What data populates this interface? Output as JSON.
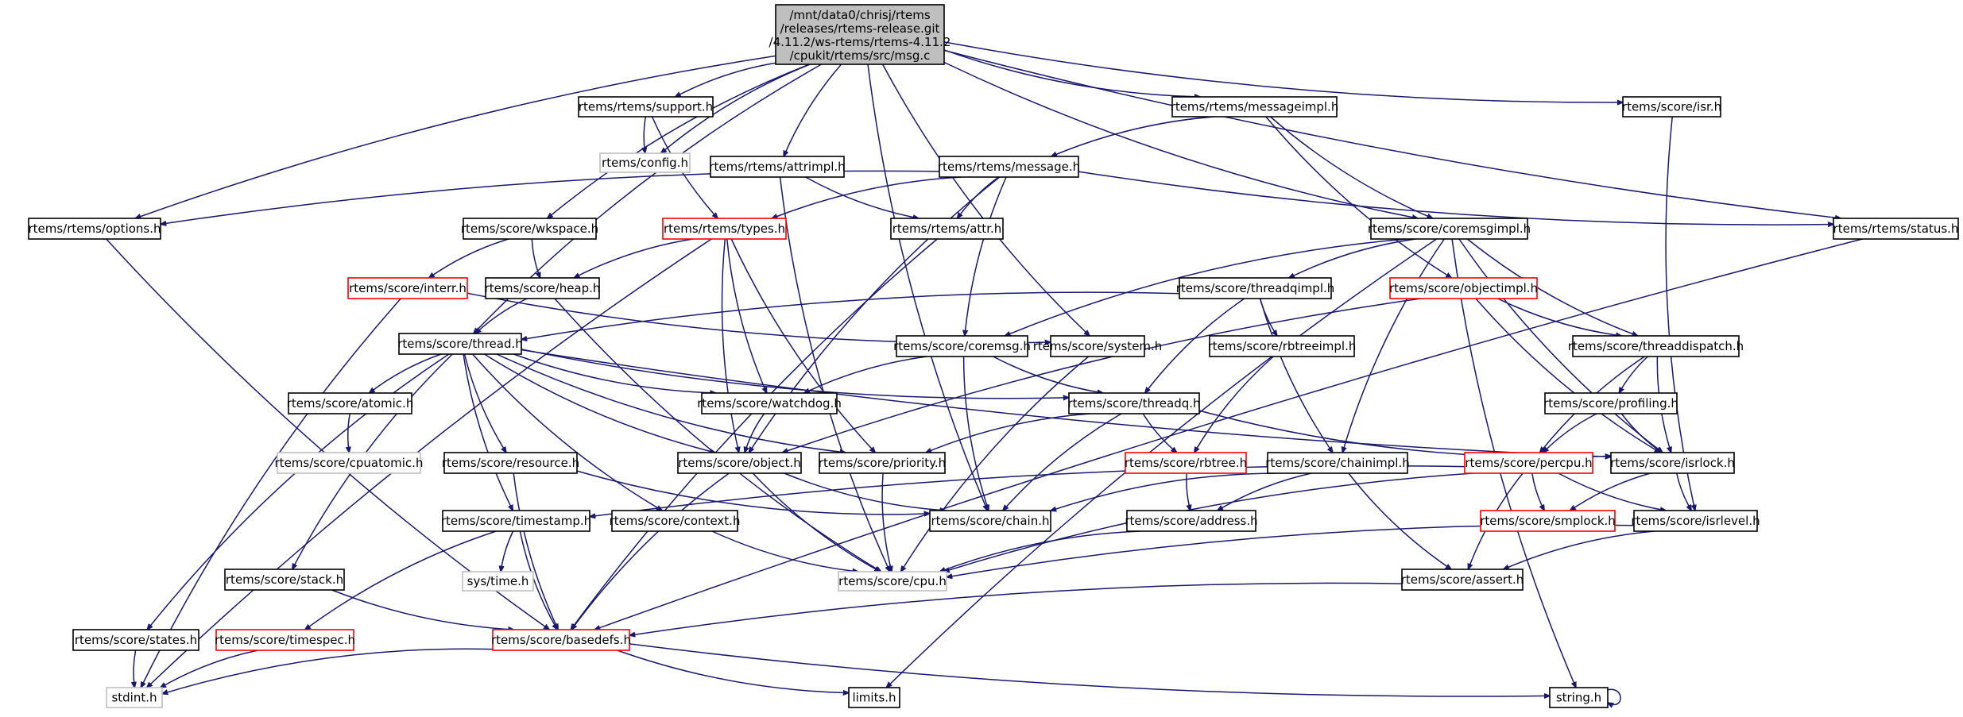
{
  "graph": {
    "title": "Include dependency graph for msg.c",
    "colors": {
      "edge": "#191970",
      "root_fill": "#bfbfbf",
      "border_normal": "#000000",
      "border_truncated": "#ff0000",
      "border_external": "#bfbfbf"
    },
    "root": {
      "id": "msg",
      "lines": [
        "/mnt/data0/chrisj/rtems",
        "/releases/rtems-release.git",
        "/4.11.2/ws-rtems/rtems-4.11.2",
        "/cpukit/rtems/src/msg.c"
      ]
    },
    "nodes": [
      {
        "id": "support",
        "label": "rtems/rtems/support.h",
        "kind": "normal"
      },
      {
        "id": "config",
        "label": "rtems/config.h",
        "kind": "external"
      },
      {
        "id": "messageimpl",
        "label": "rtems/rtems/messageimpl.h",
        "kind": "normal"
      },
      {
        "id": "isr",
        "label": "rtems/score/isr.h",
        "kind": "normal"
      },
      {
        "id": "attrimpl",
        "label": "rtems/rtems/attrimpl.h",
        "kind": "normal"
      },
      {
        "id": "message",
        "label": "rtems/rtems/message.h",
        "kind": "normal"
      },
      {
        "id": "options",
        "label": "rtems/rtems/options.h",
        "kind": "normal"
      },
      {
        "id": "wkspace",
        "label": "rtems/score/wkspace.h",
        "kind": "normal"
      },
      {
        "id": "types",
        "label": "rtems/rtems/types.h",
        "kind": "truncated"
      },
      {
        "id": "attr",
        "label": "rtems/rtems/attr.h",
        "kind": "normal"
      },
      {
        "id": "coremsgimpl",
        "label": "rtems/score/coremsgimpl.h",
        "kind": "normal"
      },
      {
        "id": "status",
        "label": "rtems/rtems/status.h",
        "kind": "normal"
      },
      {
        "id": "interr",
        "label": "rtems/score/interr.h",
        "kind": "truncated"
      },
      {
        "id": "heap",
        "label": "rtems/score/heap.h",
        "kind": "normal"
      },
      {
        "id": "threadqimpl",
        "label": "rtems/score/threadqimpl.h",
        "kind": "normal"
      },
      {
        "id": "objectimpl",
        "label": "rtems/score/objectimpl.h",
        "kind": "truncated"
      },
      {
        "id": "thread",
        "label": "rtems/score/thread.h",
        "kind": "normal"
      },
      {
        "id": "coremsg",
        "label": "rtems/score/coremsg.h",
        "kind": "normal"
      },
      {
        "id": "system",
        "label": "rtems/score/system.h",
        "kind": "normal"
      },
      {
        "id": "rbtreeimpl",
        "label": "rtems/score/rbtreeimpl.h",
        "kind": "normal"
      },
      {
        "id": "threaddispatch",
        "label": "rtems/score/threaddispatch.h",
        "kind": "normal"
      },
      {
        "id": "atomic",
        "label": "rtems/score/atomic.h",
        "kind": "normal"
      },
      {
        "id": "watchdog",
        "label": "rtems/score/watchdog.h",
        "kind": "normal"
      },
      {
        "id": "threadq",
        "label": "rtems/score/threadq.h",
        "kind": "normal"
      },
      {
        "id": "profiling",
        "label": "rtems/score/profiling.h",
        "kind": "normal"
      },
      {
        "id": "cpuatomic",
        "label": "rtems/score/cpuatomic.h",
        "kind": "external"
      },
      {
        "id": "resource",
        "label": "rtems/score/resource.h",
        "kind": "normal"
      },
      {
        "id": "object",
        "label": "rtems/score/object.h",
        "kind": "normal"
      },
      {
        "id": "priority",
        "label": "rtems/score/priority.h",
        "kind": "normal"
      },
      {
        "id": "rbtree",
        "label": "rtems/score/rbtree.h",
        "kind": "truncated"
      },
      {
        "id": "chainimpl",
        "label": "rtems/score/chainimpl.h",
        "kind": "normal"
      },
      {
        "id": "percpu",
        "label": "rtems/score/percpu.h",
        "kind": "truncated"
      },
      {
        "id": "isrlock",
        "label": "rtems/score/isrlock.h",
        "kind": "normal"
      },
      {
        "id": "timestamp",
        "label": "rtems/score/timestamp.h",
        "kind": "normal"
      },
      {
        "id": "context",
        "label": "rtems/score/context.h",
        "kind": "normal"
      },
      {
        "id": "chain",
        "label": "rtems/score/chain.h",
        "kind": "normal"
      },
      {
        "id": "address",
        "label": "rtems/score/address.h",
        "kind": "normal"
      },
      {
        "id": "smplock",
        "label": "rtems/score/smplock.h",
        "kind": "truncated"
      },
      {
        "id": "isrlevel",
        "label": "rtems/score/isrlevel.h",
        "kind": "normal"
      },
      {
        "id": "stack",
        "label": "rtems/score/stack.h",
        "kind": "normal"
      },
      {
        "id": "systime",
        "label": "sys/time.h",
        "kind": "external"
      },
      {
        "id": "cpu",
        "label": "rtems/score/cpu.h",
        "kind": "external"
      },
      {
        "id": "assert",
        "label": "rtems/score/assert.h",
        "kind": "normal"
      },
      {
        "id": "states",
        "label": "rtems/score/states.h",
        "kind": "normal"
      },
      {
        "id": "timespec",
        "label": "rtems/score/timespec.h",
        "kind": "truncated"
      },
      {
        "id": "basedefs",
        "label": "rtems/score/basedefs.h",
        "kind": "truncated"
      },
      {
        "id": "stdint",
        "label": "stdint.h",
        "kind": "external"
      },
      {
        "id": "limits",
        "label": "limits.h",
        "kind": "normal"
      },
      {
        "id": "string",
        "label": "string.h",
        "kind": "normal"
      }
    ],
    "edges": [
      [
        "msg",
        "options"
      ],
      [
        "msg",
        "thread"
      ],
      [
        "msg",
        "support"
      ],
      [
        "msg",
        "config"
      ],
      [
        "msg",
        "wkspace"
      ],
      [
        "msg",
        "attrimpl"
      ],
      [
        "msg",
        "chain"
      ],
      [
        "msg",
        "system"
      ],
      [
        "msg",
        "messageimpl"
      ],
      [
        "msg",
        "coremsgimpl"
      ],
      [
        "msg",
        "isr"
      ],
      [
        "msg",
        "status"
      ],
      [
        "support",
        "config"
      ],
      [
        "support",
        "types"
      ],
      [
        "messageimpl",
        "message"
      ],
      [
        "messageimpl",
        "coremsgimpl"
      ],
      [
        "messageimpl",
        "objectimpl"
      ],
      [
        "isr",
        "isrlevel"
      ],
      [
        "attrimpl",
        "attr"
      ],
      [
        "attrimpl",
        "cpu"
      ],
      [
        "message",
        "options"
      ],
      [
        "message",
        "types"
      ],
      [
        "message",
        "attr"
      ],
      [
        "message",
        "status"
      ],
      [
        "message",
        "coremsg"
      ],
      [
        "message",
        "object"
      ],
      [
        "options",
        "basedefs"
      ],
      [
        "wkspace",
        "interr"
      ],
      [
        "wkspace",
        "heap"
      ],
      [
        "types",
        "heap"
      ],
      [
        "types",
        "object"
      ],
      [
        "types",
        "watchdog"
      ],
      [
        "types",
        "priority"
      ],
      [
        "types",
        "stdint"
      ],
      [
        "attr",
        "basedefs"
      ],
      [
        "coremsgimpl",
        "threadqimpl"
      ],
      [
        "coremsgimpl",
        "coremsg"
      ],
      [
        "coremsgimpl",
        "threaddispatch"
      ],
      [
        "coremsgimpl",
        "chainimpl"
      ],
      [
        "coremsgimpl",
        "limits"
      ],
      [
        "coremsgimpl",
        "string"
      ],
      [
        "coremsgimpl",
        "isrlock"
      ],
      [
        "status",
        "basedefs"
      ],
      [
        "interr",
        "system"
      ],
      [
        "interr",
        "stdint"
      ],
      [
        "heap",
        "thread"
      ],
      [
        "heap",
        "cpu"
      ],
      [
        "threadqimpl",
        "thread"
      ],
      [
        "threadqimpl",
        "threadq"
      ],
      [
        "threadqimpl",
        "rbtreeimpl"
      ],
      [
        "threadqimpl",
        "chainimpl"
      ],
      [
        "objectimpl",
        "object"
      ],
      [
        "objectimpl",
        "threaddispatch"
      ],
      [
        "objectimpl",
        "isrlock"
      ],
      [
        "thread",
        "atomic"
      ],
      [
        "thread",
        "watchdog"
      ],
      [
        "thread",
        "threadq"
      ],
      [
        "thread",
        "resource"
      ],
      [
        "thread",
        "object"
      ],
      [
        "thread",
        "priority"
      ],
      [
        "thread",
        "isrlock"
      ],
      [
        "thread",
        "timestamp"
      ],
      [
        "thread",
        "context"
      ],
      [
        "thread",
        "stack"
      ],
      [
        "thread",
        "states"
      ],
      [
        "coremsg",
        "watchdog"
      ],
      [
        "coremsg",
        "threadq"
      ],
      [
        "coremsg",
        "chain"
      ],
      [
        "system",
        "cpu"
      ],
      [
        "rbtreeimpl",
        "rbtree"
      ],
      [
        "threaddispatch",
        "profiling"
      ],
      [
        "threaddispatch",
        "percpu"
      ],
      [
        "threaddispatch",
        "isrlock"
      ],
      [
        "atomic",
        "cpuatomic"
      ],
      [
        "watchdog",
        "object"
      ],
      [
        "threadq",
        "priority"
      ],
      [
        "threadq",
        "rbtree"
      ],
      [
        "threadq",
        "chain"
      ],
      [
        "threadq",
        "isrlock"
      ],
      [
        "profiling",
        "percpu"
      ],
      [
        "profiling",
        "isrlock"
      ],
      [
        "resource",
        "chain"
      ],
      [
        "resource",
        "basedefs"
      ],
      [
        "object",
        "chain"
      ],
      [
        "object",
        "cpu"
      ],
      [
        "object",
        "basedefs"
      ],
      [
        "priority",
        "cpu"
      ],
      [
        "rbtree",
        "address"
      ],
      [
        "chainimpl",
        "chain"
      ],
      [
        "chainimpl",
        "address"
      ],
      [
        "chainimpl",
        "assert"
      ],
      [
        "percpu",
        "smplock"
      ],
      [
        "percpu",
        "isrlevel"
      ],
      [
        "percpu",
        "assert"
      ],
      [
        "percpu",
        "cpu"
      ],
      [
        "percpu",
        "timestamp"
      ],
      [
        "isrlock",
        "smplock"
      ],
      [
        "isrlock",
        "isrlevel"
      ],
      [
        "timestamp",
        "systime"
      ],
      [
        "timestamp",
        "basedefs"
      ],
      [
        "timestamp",
        "timespec"
      ],
      [
        "context",
        "cpu"
      ],
      [
        "address",
        "cpu"
      ],
      [
        "isrlevel",
        "cpu"
      ],
      [
        "isrlevel",
        "assert"
      ],
      [
        "stack",
        "basedefs"
      ],
      [
        "assert",
        "basedefs"
      ],
      [
        "states",
        "stdint"
      ],
      [
        "timespec",
        "stdint"
      ],
      [
        "basedefs",
        "stdint"
      ],
      [
        "basedefs",
        "limits"
      ],
      [
        "basedefs",
        "string"
      ],
      [
        "string",
        "string"
      ]
    ]
  }
}
